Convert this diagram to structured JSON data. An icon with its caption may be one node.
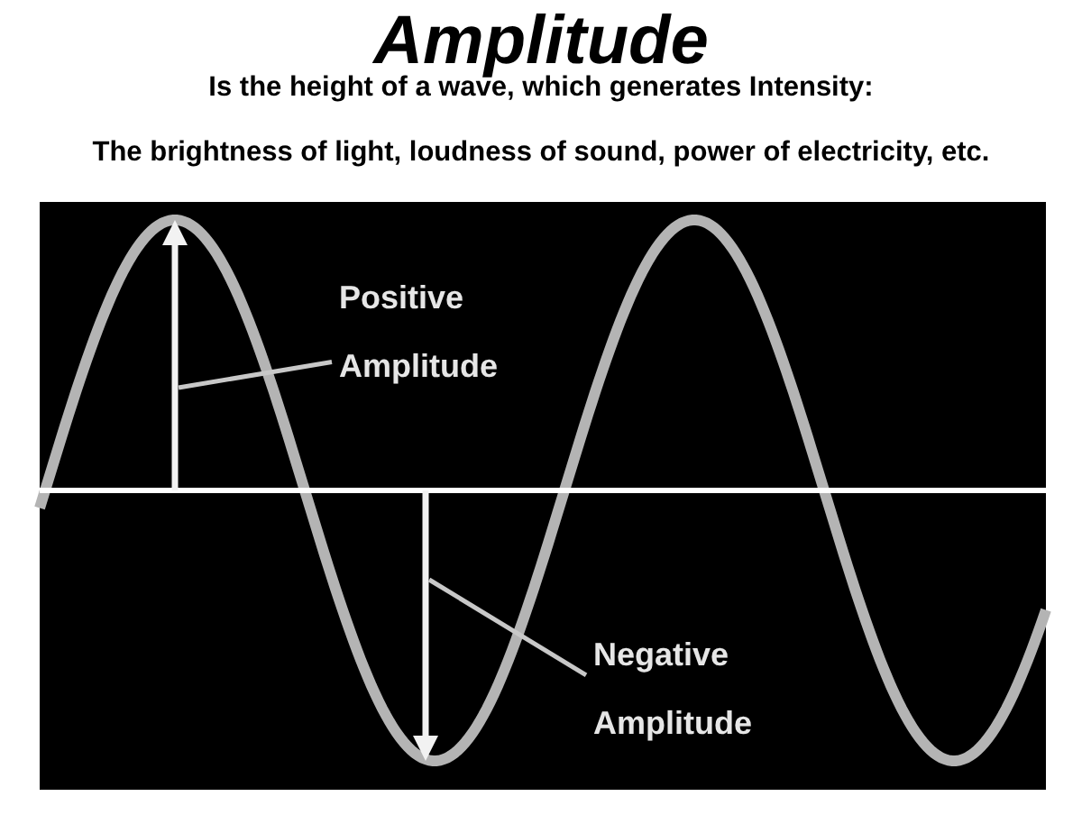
{
  "diagram": {
    "title": "Amplitude",
    "nodes": [
      {
        "text": [
          "Positive Amplitude"
        ]
      },
      {
        "text": [],
        "shape": "arrow"
      },
      {
        "text": [
          "Negative Amplitude"
        ]
      },
      {
        "text": [],
        "shape": "arrow"
      }
    ],
    "edges": [
      {
        "from": 0,
        "to": 1,
        "arrow": "none"
      },
      {
        "from": 2,
        "to": 3,
        "arrow": "none"
      }
    ],
    "labels": [
      "Is the height of a wave, which generates Intensity:",
      "The brightness of light, loudness of sound, power of electricity, etc."
    ]
  }
}
